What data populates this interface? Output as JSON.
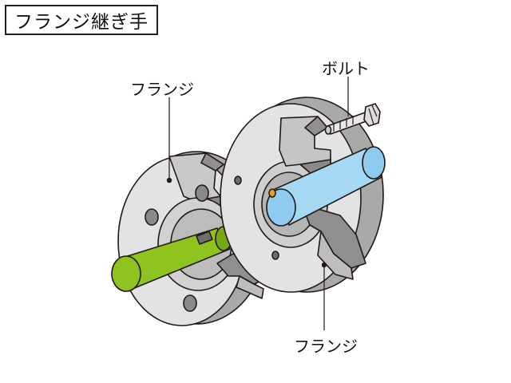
{
  "title": "フランジ継ぎ手",
  "labels": {
    "flange_left": "フランジ",
    "bolt": "ボルト",
    "flange_right": "フランジ"
  },
  "colors": {
    "flange_body": "#e3e3e3",
    "flange_shade": "#9e9e9e",
    "flange_dark": "#7a7a7a",
    "shaft_green": "#8fc31f",
    "shaft_blue": "#a6d9f4",
    "key_orange": "#f0a020",
    "outline": "#231815"
  }
}
